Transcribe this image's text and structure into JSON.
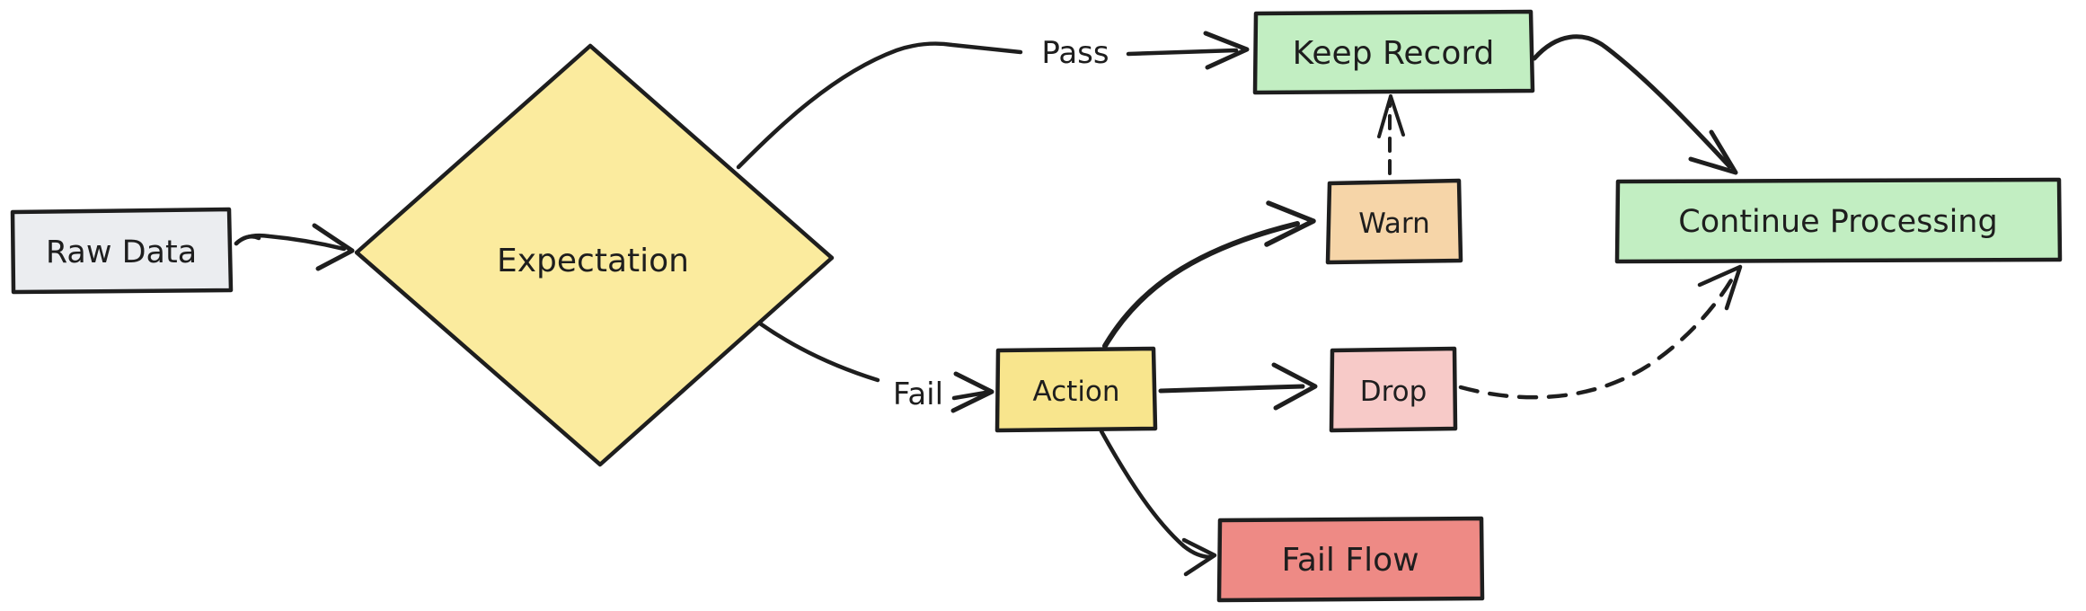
{
  "diagram": {
    "type": "flowchart",
    "background": "#ffffff",
    "stroke": "#1e1e1e",
    "text_color": "#1e1e1e",
    "nodes": {
      "raw_data": {
        "label": "Raw Data",
        "shape": "rectangle",
        "fill": "#ebedf0"
      },
      "expectation": {
        "label": "Expectation",
        "shape": "diamond",
        "fill": "#fbeb9e"
      },
      "keep_record": {
        "label": "Keep Record",
        "shape": "rectangle",
        "fill": "#c2eec2"
      },
      "warn": {
        "label": "Warn",
        "shape": "rectangle",
        "fill": "#f6d5a8"
      },
      "action": {
        "label": "Action",
        "shape": "rectangle",
        "fill": "#f8e58d"
      },
      "drop": {
        "label": "Drop",
        "shape": "rectangle",
        "fill": "#f7cac8"
      },
      "fail_flow": {
        "label": "Fail Flow",
        "shape": "rectangle",
        "fill": "#ee8a85"
      },
      "continue_processing": {
        "label": "Continue Processing",
        "shape": "rectangle",
        "fill": "#c2eec2"
      }
    },
    "edges": [
      {
        "from": "raw_data",
        "to": "expectation",
        "label": "",
        "style": "solid"
      },
      {
        "from": "expectation",
        "to": "keep_record",
        "label": "Pass",
        "style": "solid"
      },
      {
        "from": "expectation",
        "to": "action",
        "label": "Fail",
        "style": "solid"
      },
      {
        "from": "action",
        "to": "warn",
        "label": "",
        "style": "solid"
      },
      {
        "from": "action",
        "to": "drop",
        "label": "",
        "style": "solid"
      },
      {
        "from": "action",
        "to": "fail_flow",
        "label": "",
        "style": "solid"
      },
      {
        "from": "warn",
        "to": "keep_record",
        "label": "",
        "style": "dashed"
      },
      {
        "from": "keep_record",
        "to": "continue_processing",
        "label": "",
        "style": "solid"
      },
      {
        "from": "drop",
        "to": "continue_processing",
        "label": "",
        "style": "dashed"
      }
    ]
  }
}
